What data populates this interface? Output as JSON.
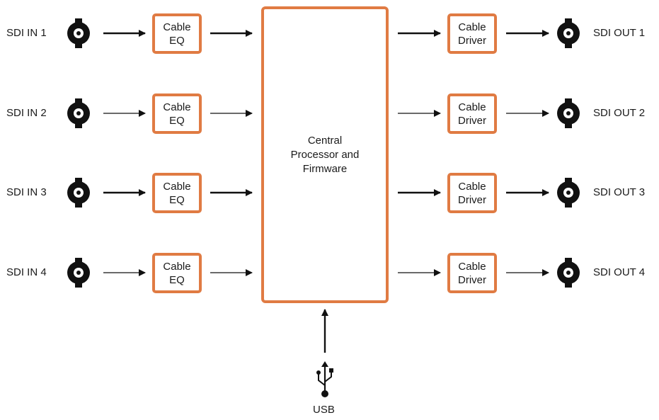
{
  "colors": {
    "accent": "#e07b43",
    "line": "#111111",
    "text": "#1a1a1a",
    "background": "#ffffff"
  },
  "inputs": [
    {
      "label": "SDI IN 1",
      "box_line1": "Cable",
      "box_line2": "EQ"
    },
    {
      "label": "SDI IN 2",
      "box_line1": "Cable",
      "box_line2": "EQ"
    },
    {
      "label": "SDI IN 3",
      "box_line1": "Cable",
      "box_line2": "EQ"
    },
    {
      "label": "SDI IN 4",
      "box_line1": "Cable",
      "box_line2": "EQ"
    }
  ],
  "outputs": [
    {
      "label": "SDI OUT 1",
      "box_line1": "Cable",
      "box_line2": "Driver"
    },
    {
      "label": "SDI OUT 2",
      "box_line1": "Cable",
      "box_line2": "Driver"
    },
    {
      "label": "SDI OUT 3",
      "box_line1": "Cable",
      "box_line2": "Driver"
    },
    {
      "label": "SDI OUT 4",
      "box_line1": "Cable",
      "box_line2": "Driver"
    }
  ],
  "central": {
    "line1": "Central",
    "line2": "Processor and",
    "line3": "Firmware"
  },
  "usb": {
    "label": "USB",
    "icon": "usb-icon"
  },
  "connector_icon": "bnc-connector-icon"
}
